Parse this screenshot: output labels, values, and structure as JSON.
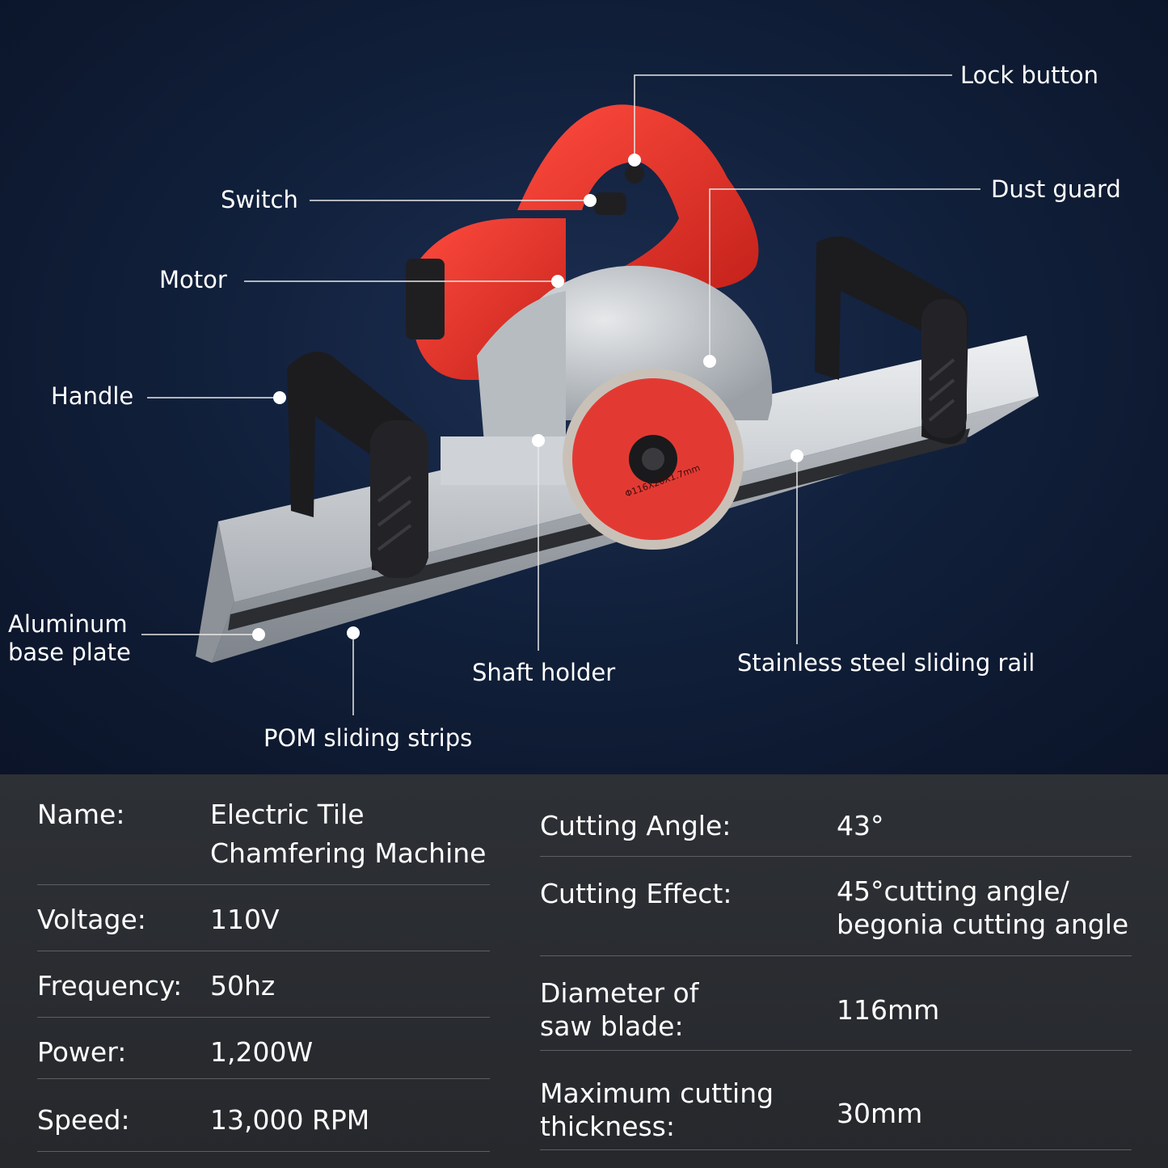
{
  "colors": {
    "background_top": "#11203b",
    "background_bottom": "#26282c",
    "saw_body": "#e8332a",
    "aluminum": "#c9cdd2",
    "handle": "#1c1c1f",
    "text": "#ffffff"
  },
  "callouts": {
    "lock_button": "Lock button",
    "dust_guard": "Dust guard",
    "switch": "Switch",
    "motor": "Motor",
    "handle": "Handle",
    "aluminum_base_plate": "Aluminum base plate",
    "shaft_holder": "Shaft holder",
    "stainless_rail": "Stainless steel sliding rail",
    "pom_strips": "POM sliding strips"
  },
  "blade_marking": "Φ116X20X1.7mm",
  "specs": {
    "left": [
      {
        "label": "Name:",
        "value": "Electric Tile Chamfering Machine"
      },
      {
        "label": "Voltage:",
        "value": "110V"
      },
      {
        "label": "Frequency:",
        "value": "50hz"
      },
      {
        "label": "Power:",
        "value": "1,200W"
      },
      {
        "label": "Speed:",
        "value": "13,000 RPM"
      }
    ],
    "right": [
      {
        "label": "Cutting Angle:",
        "value": "43°"
      },
      {
        "label": "Cutting Effect:",
        "value": "45°cutting angle/ begonia cutting angle"
      },
      {
        "label": "Diameter of saw blade:",
        "value": "116mm"
      },
      {
        "label": "Maximum cutting thickness:",
        "value": "30mm"
      }
    ]
  }
}
